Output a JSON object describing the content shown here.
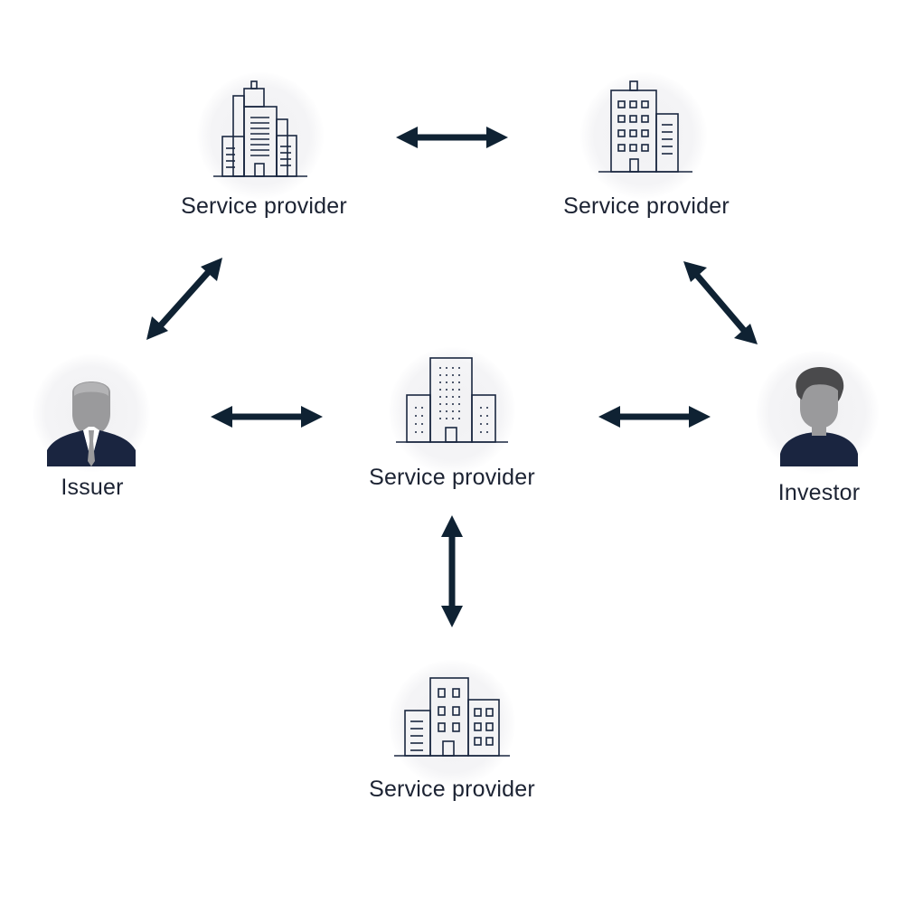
{
  "diagram": {
    "colors": {
      "arrow": "#0f2233",
      "icon_stroke": "#1a2740",
      "person_dark": "#1a2540",
      "person_grey": "#9a9a9c"
    },
    "nodes": {
      "sp_top_left": {
        "label": "Service provider",
        "icon": "office-towers-icon"
      },
      "sp_top_right": {
        "label": "Service provider",
        "icon": "office-building-icon"
      },
      "sp_center": {
        "label": "Service provider",
        "icon": "skyscraper-icon"
      },
      "sp_bottom": {
        "label": "Service provider",
        "icon": "building-block-icon"
      },
      "issuer": {
        "label": "Issuer",
        "icon": "businessman-icon"
      },
      "investor": {
        "label": "Investor",
        "icon": "person-icon"
      }
    },
    "connections": [
      {
        "from": "sp_top_left",
        "to": "sp_top_right",
        "direction": "bidirectional"
      },
      {
        "from": "sp_top_left",
        "to": "issuer",
        "direction": "bidirectional"
      },
      {
        "from": "sp_top_right",
        "to": "investor",
        "direction": "bidirectional"
      },
      {
        "from": "issuer",
        "to": "sp_center",
        "direction": "bidirectional"
      },
      {
        "from": "sp_center",
        "to": "investor",
        "direction": "bidirectional"
      },
      {
        "from": "sp_center",
        "to": "sp_bottom",
        "direction": "bidirectional"
      }
    ]
  }
}
